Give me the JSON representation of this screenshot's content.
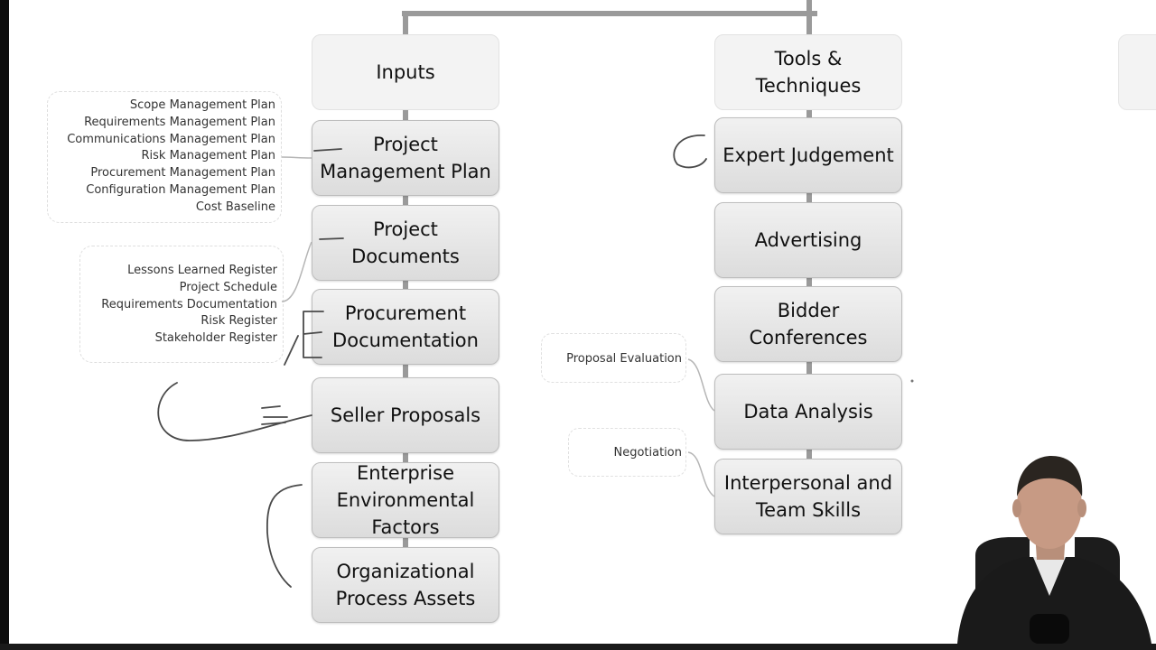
{
  "diagram": {
    "columns": [
      {
        "header": "Inputs",
        "items": [
          "Project\nManagement Plan",
          "Project\nDocuments",
          "Procurement\nDocumentation",
          "Seller Proposals",
          "Enterprise\nEnvironmental\nFactors",
          "Organizational\nProcess Assets"
        ]
      },
      {
        "header": "Tools &\nTechniques",
        "items": [
          "Expert Judgement",
          "Advertising",
          "Bidder\nConferences",
          "Data Analysis",
          "Interpersonal and\nTeam Skills"
        ]
      }
    ],
    "project_management_plan_components": [
      "Scope Management Plan",
      "Requirements Management Plan",
      "Communications Management Plan",
      "Risk Management Plan",
      "Procurement Management Plan",
      "Configuration Management Plan",
      "Cost Baseline"
    ],
    "project_documents_components": [
      "Lessons Learned Register",
      "Project Schedule",
      "Requirements Documentation",
      "Risk Register",
      "Stakeholder Register"
    ],
    "data_analysis_note": "Proposal Evaluation",
    "interpersonal_note": "Negotiation"
  },
  "colors": {
    "box_fill": "#e6e6e6",
    "connector": "#9a9a9a",
    "annotation_ink": "#555555"
  }
}
